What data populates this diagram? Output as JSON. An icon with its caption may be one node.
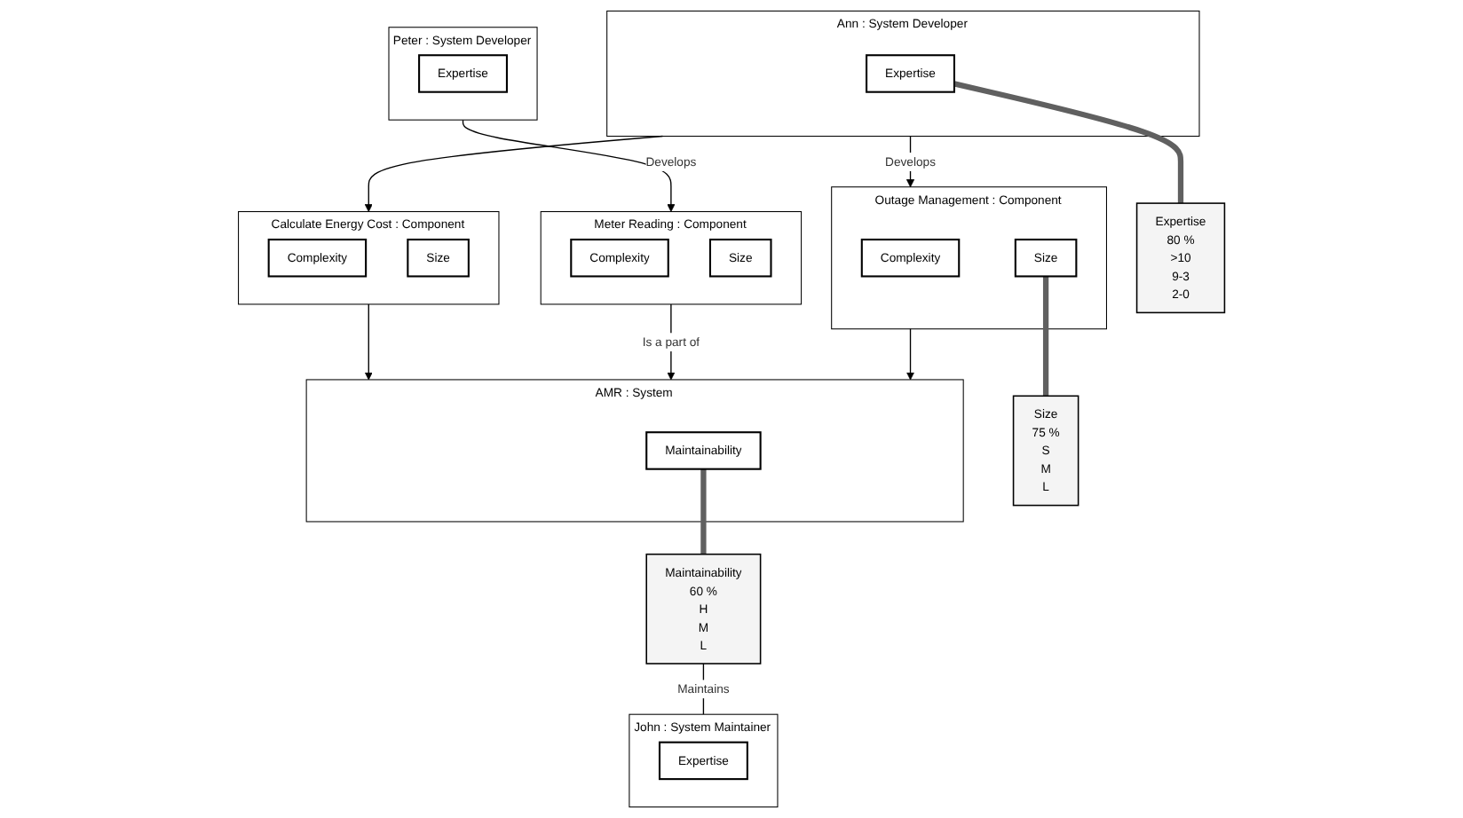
{
  "diagram": {
    "nodes": [
      {
        "text": [
          "AMR : System"
        ]
      },
      {
        "text": [
          "Maintainability"
        ],
        "in": 0
      },
      {
        "text": [
          "Maintainability",
          "60 %",
          "H",
          "M",
          "L"
        ]
      },
      {
        "text": [
          "John : System Maintainer"
        ]
      },
      {
        "text": [
          "Expertise"
        ],
        "in": 3
      },
      {
        "text": [
          "Peter : System Developer"
        ]
      },
      {
        "text": [
          "Expertise"
        ],
        "in": 5
      },
      {
        "text": [
          "Calculate Energy Cost : Component"
        ]
      },
      {
        "text": [
          "Complexity"
        ],
        "in": 7
      },
      {
        "text": [
          "Size"
        ],
        "in": 7
      },
      {
        "text": [
          "Meter Reading : Component"
        ]
      },
      {
        "text": [
          "Complexity"
        ],
        "in": 10
      },
      {
        "text": [
          "Size"
        ],
        "in": 10
      },
      {
        "text": [
          "Size",
          "75 %",
          "S",
          "M",
          "L"
        ]
      },
      {
        "text": [
          "Outage Management : Component"
        ]
      },
      {
        "text": [
          "Complexity"
        ],
        "in": 14
      },
      {
        "text": [
          "Size"
        ],
        "in": 14
      },
      {
        "text": [
          "Ann : System Developer"
        ]
      },
      {
        "text": [
          "Expertise"
        ],
        "in": 17
      },
      {
        "text": [
          "Expertise",
          "80 %",
          ">10",
          "9-3",
          "2-0"
        ]
      }
    ],
    "edges": [
      {
        "from": 1,
        "to": 2,
        "arrow": "none",
        "style": "thick",
        "color": "#606060"
      },
      {
        "from": 2,
        "to": 3,
        "arrow": "none",
        "label": "Maintains"
      },
      {
        "from": 7,
        "to": 0,
        "arrow": "to"
      },
      {
        "from": 10,
        "to": 0,
        "arrow": "to",
        "label": "Is a part of"
      },
      {
        "from": 14,
        "to": 0,
        "arrow": "to"
      },
      {
        "from": 5,
        "to": 10,
        "arrow": "to",
        "label": "Develops"
      },
      {
        "from": 17,
        "to": 7,
        "arrow": "to"
      },
      {
        "from": 17,
        "to": 14,
        "arrow": "to",
        "label": "Develops"
      },
      {
        "from": 16,
        "to": 13,
        "arrow": "none",
        "style": "thick",
        "color": "#606060"
      },
      {
        "from": 18,
        "to": 19,
        "arrow": "none",
        "style": "thick",
        "color": "#606060"
      }
    ]
  }
}
